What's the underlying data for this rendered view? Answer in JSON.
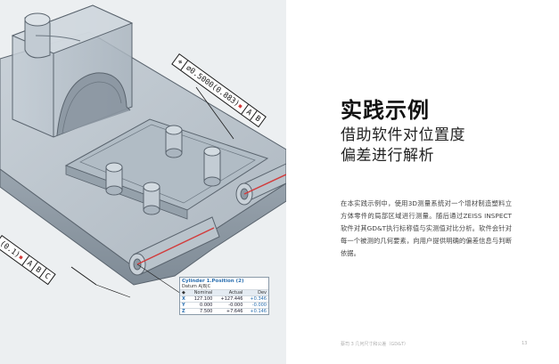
{
  "page": {
    "title": "实践示例",
    "subtitle_lines": [
      "借助软件对位置度",
      "偏差进行解析"
    ],
    "body_text": "在本实践示例中，使用3D测量系统对一个增材制造塑料立方体零件的局部区域进行测量。随后通过ZEISS INSPECT软件对其GD&T执行标称值与实测值对比分析。软件会针对每一个被测的几何要素，向用户提供明确的偏差信息与判断依据。",
    "footer_text": "蔡司 3 几何尺寸和公差（GD&T）",
    "page_number": "13"
  },
  "figure": {
    "gdt_top": {
      "symbol": "⌖",
      "tolerance": "⌀0.5000(0.883)",
      "datums": [
        "A",
        "B"
      ]
    },
    "gdt_left": {
      "tolerance": "(0.1)",
      "datums": [
        "A",
        "B",
        "C"
      ]
    },
    "result_box": {
      "title": "Cylinder 1.Position (2)",
      "datum": "Datum A|B|C",
      "columns": [
        "",
        "Nominal",
        "Actual",
        "Dev"
      ],
      "rows": [
        {
          "label": "◆",
          "values": [
            "",
            "",
            ""
          ]
        },
        {
          "label": "X",
          "values": [
            "127.100",
            "+127.446",
            "+0.346"
          ]
        },
        {
          "label": "Y",
          "values": [
            "0.000",
            "-0.000",
            "-0.000"
          ]
        },
        {
          "label": "Z",
          "values": [
            "7.500",
            "+7.646",
            "+0.146"
          ]
        }
      ]
    }
  },
  "colors": {
    "part_body": "#b9c3cb",
    "part_edge": "#5a646e",
    "part_dark": "#8e99a3",
    "red_axis": "#d23b3b",
    "blue_accent": "#2a6fb0"
  }
}
